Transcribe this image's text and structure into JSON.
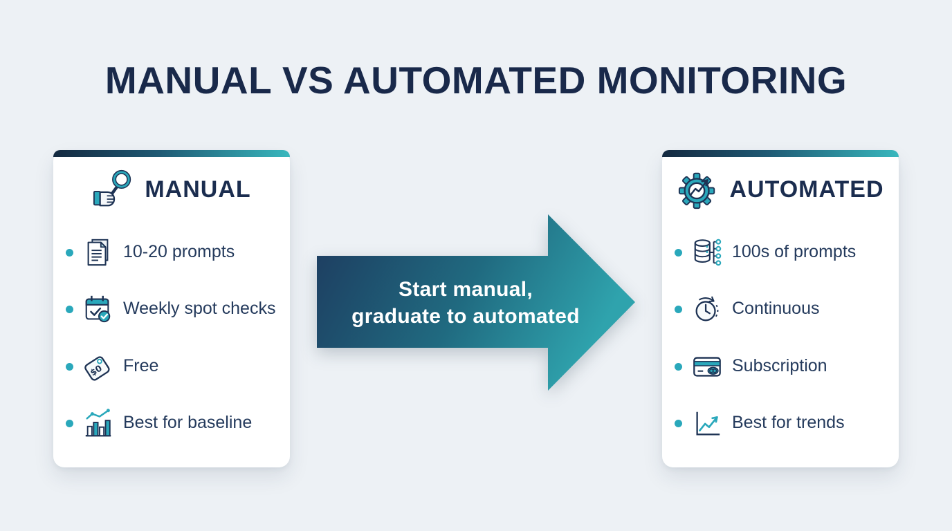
{
  "title": "MANUAL VS AUTOMATED MONITORING",
  "arrow": {
    "line1": "Start manual,",
    "line2": "graduate to automated"
  },
  "cards": {
    "manual": {
      "title": "MANUAL",
      "icon": "hand-magnifier-icon",
      "items": [
        {
          "icon": "documents-icon",
          "text": "10-20 prompts"
        },
        {
          "icon": "calendar-check-icon",
          "text": "Weekly spot checks"
        },
        {
          "icon": "price-tag-icon",
          "text": "Free"
        },
        {
          "icon": "bar-chart-icon",
          "text": "Best for baseline"
        }
      ]
    },
    "automated": {
      "title": "AUTOMATED",
      "icon": "gear-chart-icon",
      "items": [
        {
          "icon": "database-icon",
          "text": "100s of prompts"
        },
        {
          "icon": "clock-icon",
          "text": "Continuous"
        },
        {
          "icon": "credit-card-icon",
          "text": "Subscription"
        },
        {
          "icon": "line-chart-icon",
          "text": "Best for trends"
        }
      ]
    }
  },
  "colors": {
    "background": "#edf1f5",
    "title_navy": "#19294a",
    "text_navy": "#243a5c",
    "icon_navy": "#1e3354",
    "teal_accent": "#2aa8bb",
    "card_background": "#ffffff",
    "topbar_gradient_start": "#142940",
    "topbar_gradient_end": "#38b7bd",
    "arrow_gradient_start": "#1d3a5e",
    "arrow_gradient_end": "#2fa3ad",
    "arrow_text": "#ffffff"
  }
}
